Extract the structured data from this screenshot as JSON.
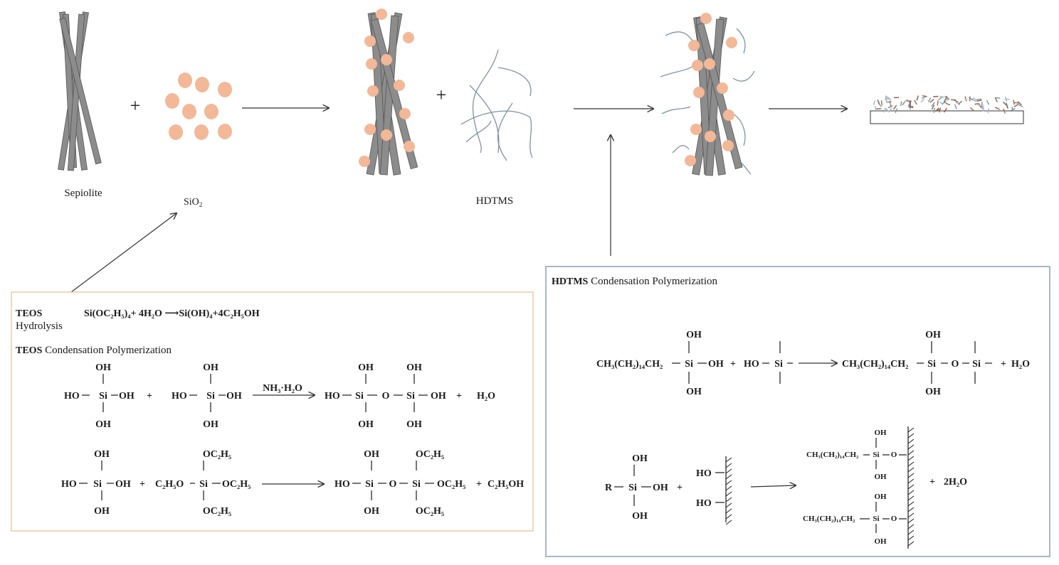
{
  "labels": {
    "sepiolite": "Sepiolite",
    "sio2": "SiO",
    "sio2_sub": "2",
    "hdtms": "HDTMS",
    "plus": "+"
  },
  "teos_box": {
    "hydrolysis_title_1": "TEOS",
    "hydrolysis_title_2": "Hydrolysis",
    "hydrolysis_eq": "Si(OC₂H₅)₄+ 4H₂O ⟶Si(OH)₄+4C₂H₅OH",
    "condensation_title_bold": "TEOS",
    "condensation_title_rest": " Condensation Polymerization",
    "catalyst": "NH₃·H₂O",
    "atoms": {
      "oh": "OH",
      "ho": "HO",
      "si": "Si",
      "o": "O",
      "oc2h5": "OC₂H₅",
      "c2h5o": "C₂H₅O",
      "h2o": "H₂O",
      "c2h5oh": "C₂H₅OH"
    }
  },
  "hdtms_box": {
    "title_bold": "HDTMS",
    "title_rest": " Condensation Polymerization",
    "atoms": {
      "chain": "CH₃(CH₂)₁₄CH₂",
      "r": "R",
      "oh": "OH",
      "ho": "HO",
      "si": "Si",
      "o": "O",
      "h2o": "H₂O",
      "two_h2o": "2H₂O"
    }
  },
  "colors": {
    "rod": "#8c8c8c",
    "particle": "#f3b898",
    "chain": "#7f93a3",
    "teos_border": "#f0c8a4",
    "hdtms_border": "#8aa0b8"
  }
}
